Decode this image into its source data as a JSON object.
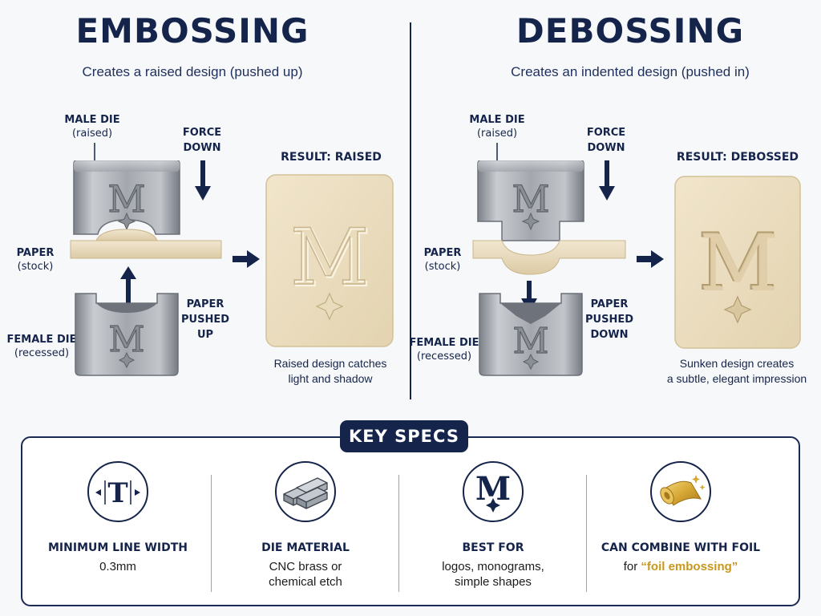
{
  "embossing": {
    "title": "EMBOSSING",
    "subtitle": "Creates a raised design (pushed up)",
    "male_die": {
      "name": "MALE DIE",
      "sub": "(raised)"
    },
    "force": [
      "FORCE",
      "DOWN"
    ],
    "paper": {
      "name": "PAPER",
      "sub": "(stock)"
    },
    "female_die": {
      "name": "FEMALE DIE",
      "sub": "(recessed)"
    },
    "paper_push": [
      "PAPER",
      "PUSHED",
      "UP"
    ],
    "result_label": "RESULT: RAISED",
    "caption": [
      "Raised design catches",
      "light and shadow"
    ]
  },
  "debossing": {
    "title": "DEBOSSING",
    "subtitle": "Creates an indented design (pushed in)",
    "male_die": {
      "name": "MALE DIE",
      "sub": "(raised)"
    },
    "force": [
      "FORCE",
      "DOWN"
    ],
    "paper": {
      "name": "PAPER",
      "sub": "(stock)"
    },
    "female_die": {
      "name": "FEMALE DIE",
      "sub": "(recessed)"
    },
    "paper_push": [
      "PAPER",
      "PUSHED",
      "DOWN"
    ],
    "result_label": "RESULT: DEBOSSED",
    "caption": [
      "Sunken design creates",
      "a subtle, elegant impression"
    ]
  },
  "monogram_letter": "M",
  "specs": {
    "heading": "KEY SPECS",
    "icon_letter_t": "T",
    "items": [
      {
        "name": "MINIMUM LINE WIDTH",
        "value": [
          "0.3mm"
        ],
        "icon": "line-width-icon"
      },
      {
        "name": "DIE MATERIAL",
        "value": [
          "CNC brass or",
          "chemical etch"
        ],
        "icon": "metal-bars-icon"
      },
      {
        "name": "BEST FOR",
        "value": [
          "logos, monograms,",
          "simple shapes"
        ],
        "icon": "monogram-icon"
      },
      {
        "name": "CAN COMBINE WITH FOIL",
        "value_prefix": "for ",
        "value_highlight": "“foil embossing”",
        "icon": "foil-roll-icon"
      }
    ]
  },
  "colors": {
    "navy": "#15244a",
    "paper": "#ecdfc4",
    "foil_gold": "#c8971c",
    "steel": "#9a9ea5"
  }
}
